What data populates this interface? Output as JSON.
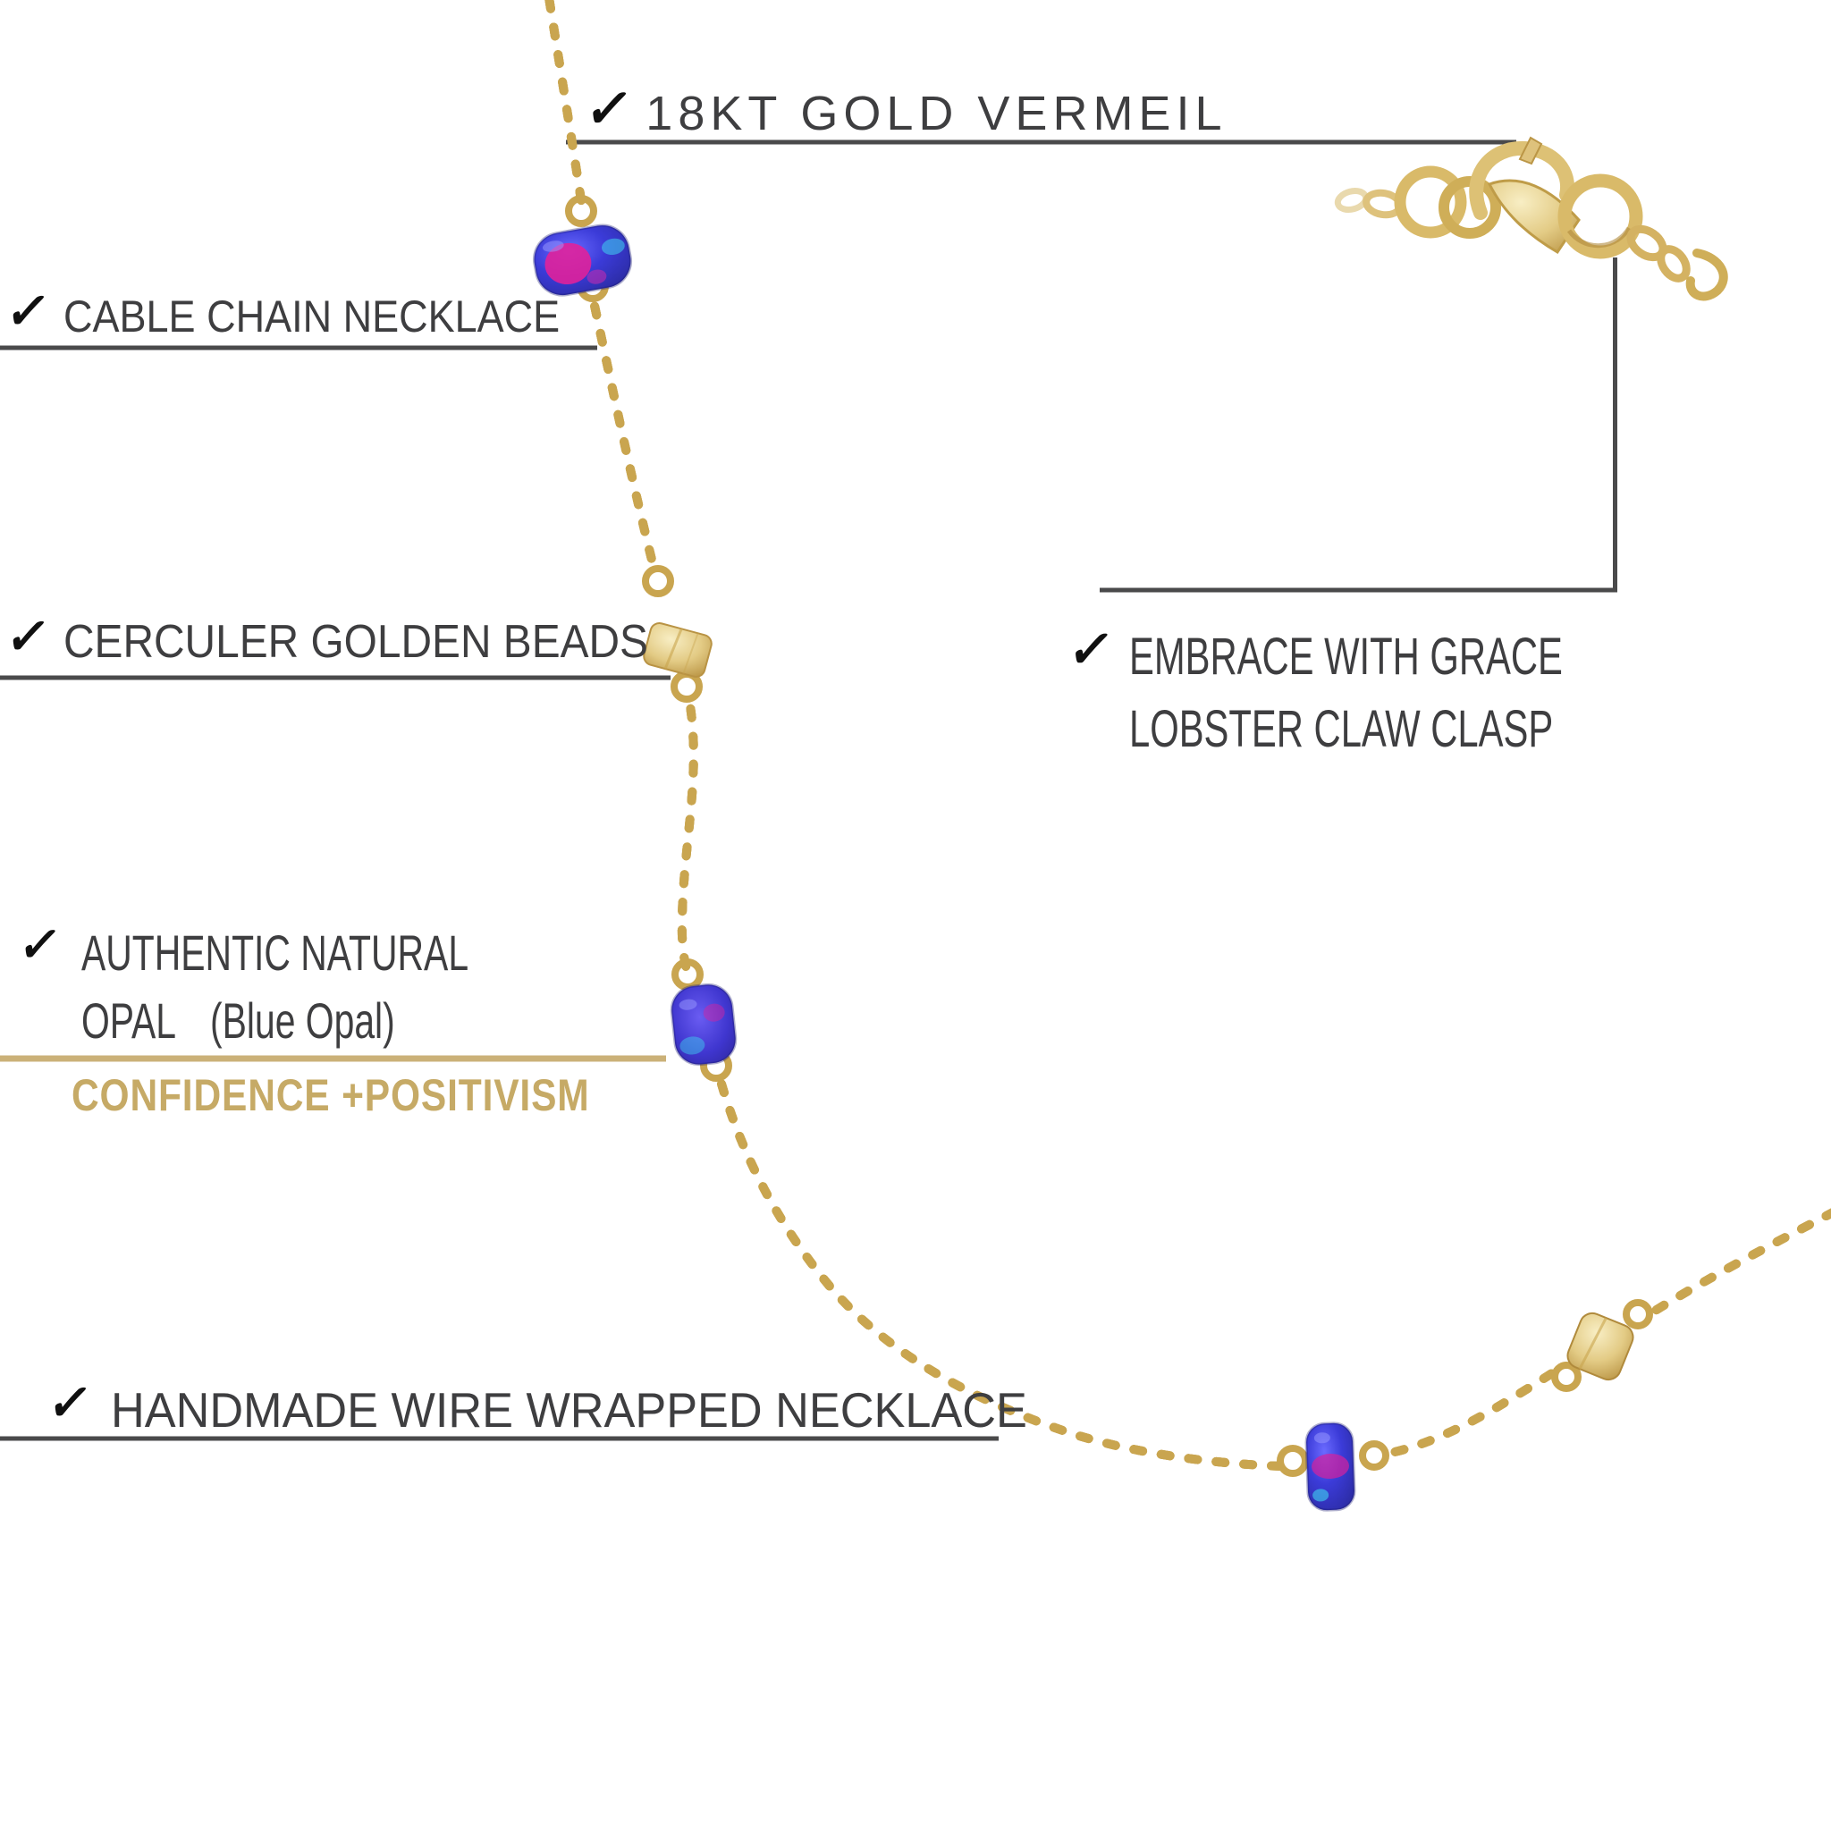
{
  "image_type": "necklace product feature infographic",
  "background": "#ffffff",
  "colors": {
    "text": "#3e3e40",
    "checkmark": "#101010",
    "leader_line": "#4a4a4b",
    "gold_line": "#cbb178",
    "gold_text": "#c6aa66",
    "chain_gold": "#dcbd6e",
    "chain_shadow_gold": "#c9a54f",
    "chain_highlight": "#f7eecb",
    "gold_bead": "#e5cf8e",
    "opal_blue": "#3838d8",
    "opal_magenta": "#d9219d",
    "opal_cyan": "#3fd4f0"
  },
  "callouts": {
    "gold_vermeil": {
      "check": "✓",
      "label": "18KT GOLD VERMEIL"
    },
    "cable_chain": {
      "check": "✓",
      "label": "CABLE CHAIN NECKLACE"
    },
    "golden_beads": {
      "check": "✓",
      "label": "CERCULER GOLDEN BEADS"
    },
    "opal": {
      "check": "✓",
      "line1": "AUTHENTIC NATURAL",
      "word": "OPAL",
      "paren": "(Blue Opal)"
    },
    "tagline": {
      "label": "CONFIDENCE +POSITIVISM"
    },
    "clasp": {
      "check": "✓",
      "line1": "EMBRACE WITH GRACE",
      "line2": "LOBSTER CLAW CLASP"
    },
    "handmade": {
      "check": "✓",
      "label": "HANDMADE WIRE WRAPPED NECKLACE"
    }
  },
  "illustration": {
    "parts": [
      "gold cable chain",
      "blue opal bead top",
      "gold disc bead upper",
      "blue opal bead middle",
      "blue opal bead lower",
      "gold disc bead lower",
      "gold lobster claw clasp"
    ]
  }
}
